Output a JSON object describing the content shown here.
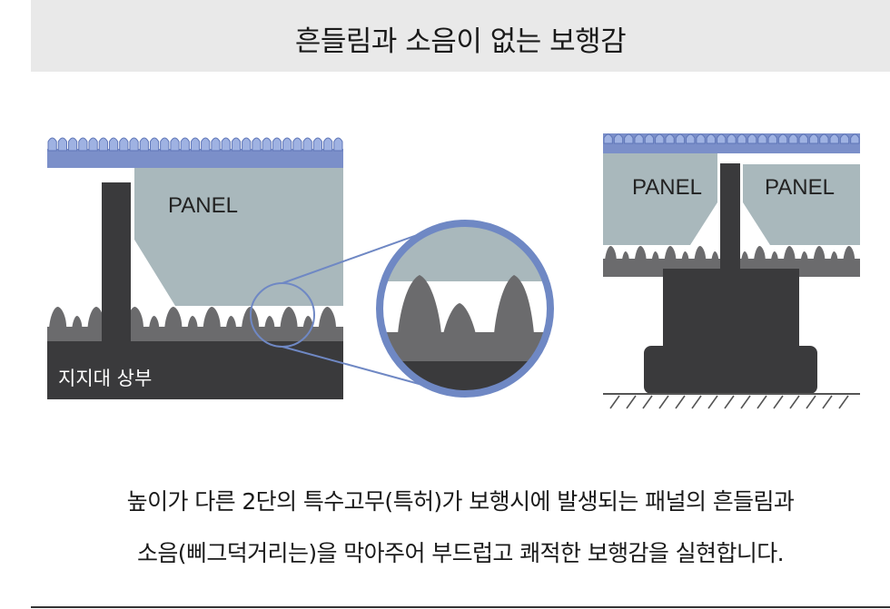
{
  "header": {
    "title": "흔들림과 소음이 없는 보행감"
  },
  "diagram": {
    "left": {
      "panel_label": "PANEL",
      "support_label": "지지대 상부"
    },
    "right": {
      "panel_label_left": "PANEL",
      "panel_label_right": "PANEL"
    },
    "colors": {
      "tile": "#7b8fc9",
      "panel": "#a9b8bc",
      "rubber": "#6b6b6d",
      "post": "#3a3a3c",
      "lens_ring": "#6f88c4"
    }
  },
  "caption": {
    "line1": "높이가 다른 2단의 특수고무(특허)가 보행시에 발생되는 패널의 흔들림과",
    "line2": "소음(삐그덕거리는)을 막아주어 부드럽고 쾌적한 보행감을 실현합니다."
  }
}
